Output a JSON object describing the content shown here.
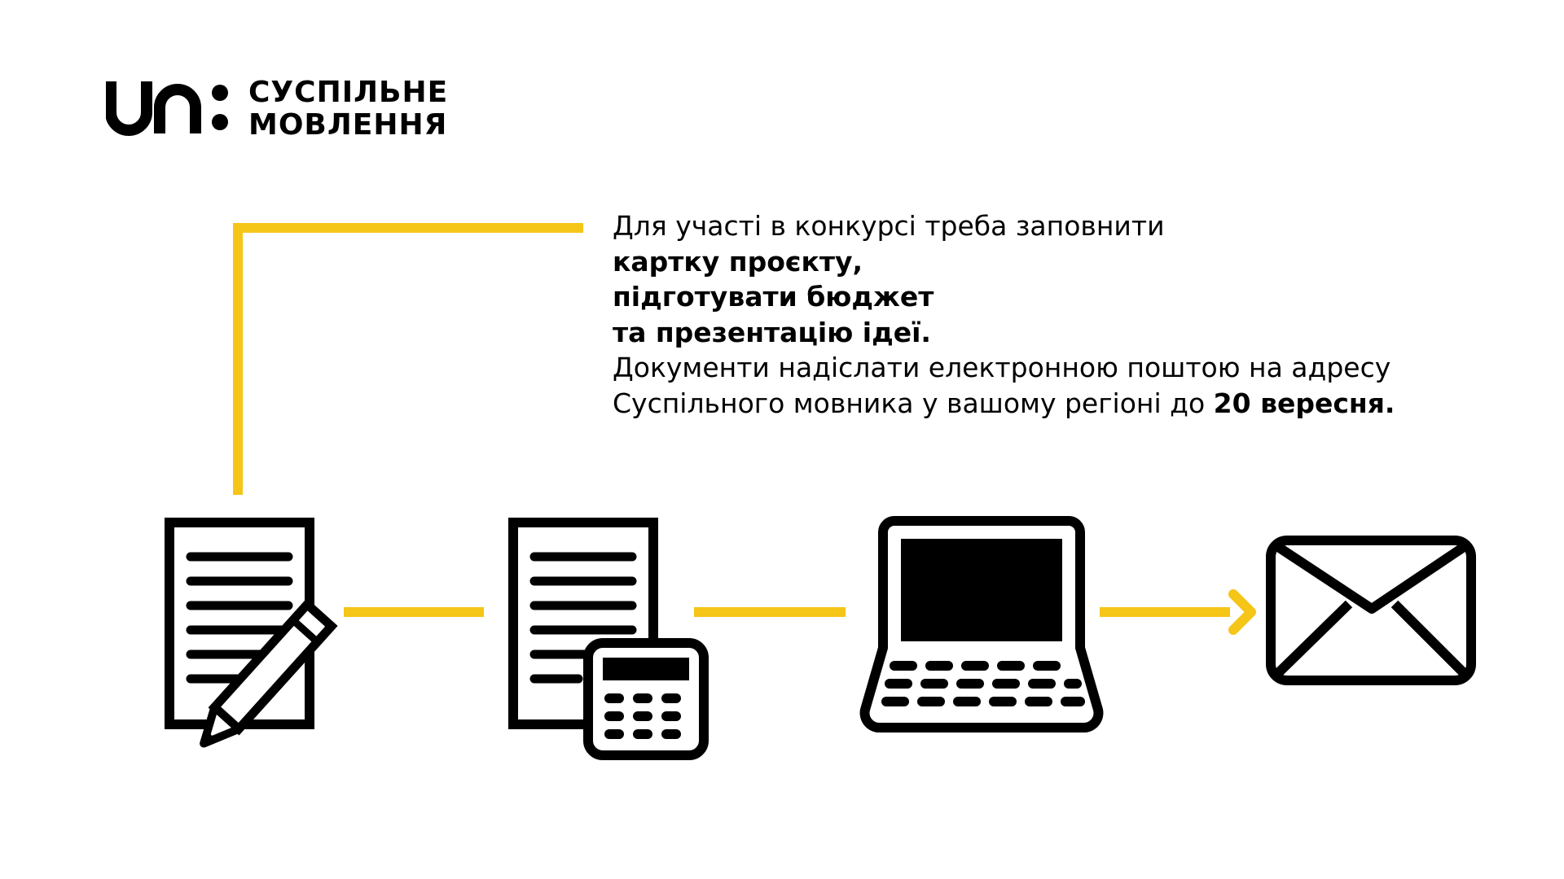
{
  "logo": {
    "line1": "СУСПІЛЬНЕ",
    "line2": "МОВЛЕННЯ"
  },
  "description": {
    "intro": "Для участі в конкурсі треба заповнити",
    "item1": "картку проєкту,",
    "item2": "підготувати бюджет",
    "item3": "та презентацію ідеї.",
    "send_line": "Документи надіслати електронною поштою на адресу",
    "deadline_prefix": "Суспільного мовника у вашому регіоні до ",
    "deadline_date": "20 вересня."
  },
  "diagram": {
    "steps": [
      {
        "icon": "document-pencil-icon"
      },
      {
        "icon": "document-calculator-icon"
      },
      {
        "icon": "laptop-icon"
      },
      {
        "icon": "envelope-icon"
      }
    ]
  },
  "colors": {
    "accent": "#F5C518",
    "ink": "#000000",
    "background": "#FFFFFF"
  }
}
